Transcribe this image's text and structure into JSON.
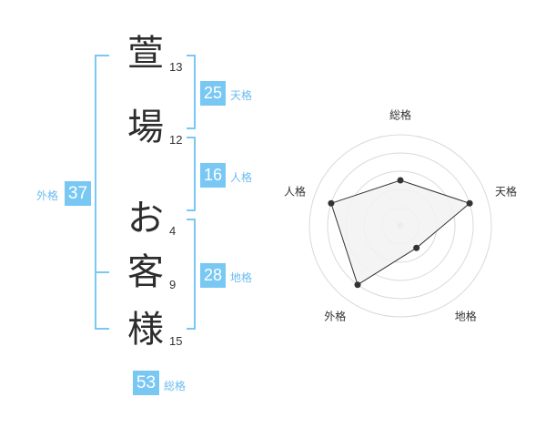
{
  "name_chars": [
    {
      "char": "萱",
      "strokes": "13"
    },
    {
      "char": "場",
      "strokes": "12"
    },
    {
      "char": "お",
      "strokes": "4"
    },
    {
      "char": "客",
      "strokes": "9"
    },
    {
      "char": "様",
      "strokes": "15"
    }
  ],
  "fortunes": {
    "tenkaku": {
      "value": "25",
      "label": "天格"
    },
    "jinkaku": {
      "value": "16",
      "label": "人格"
    },
    "chikaku": {
      "value": "28",
      "label": "地格"
    },
    "gaikaku": {
      "value": "37",
      "label": "外格"
    },
    "soukaku": {
      "value": "53",
      "label": "総格"
    }
  },
  "colors": {
    "accent": "#79c8f4",
    "accent_text": "#6cbcee",
    "grid": "#d9d9d9",
    "polygon_fill": "#f2f2f2",
    "polygon_stroke": "#333333"
  },
  "chart_data": {
    "type": "radar",
    "axes": [
      "総格",
      "天格",
      "地格",
      "外格",
      "人格"
    ],
    "levels": 5,
    "range": [
      0,
      5
    ],
    "values": [
      2.5,
      4,
      1.5,
      4,
      4
    ],
    "grid": true
  }
}
